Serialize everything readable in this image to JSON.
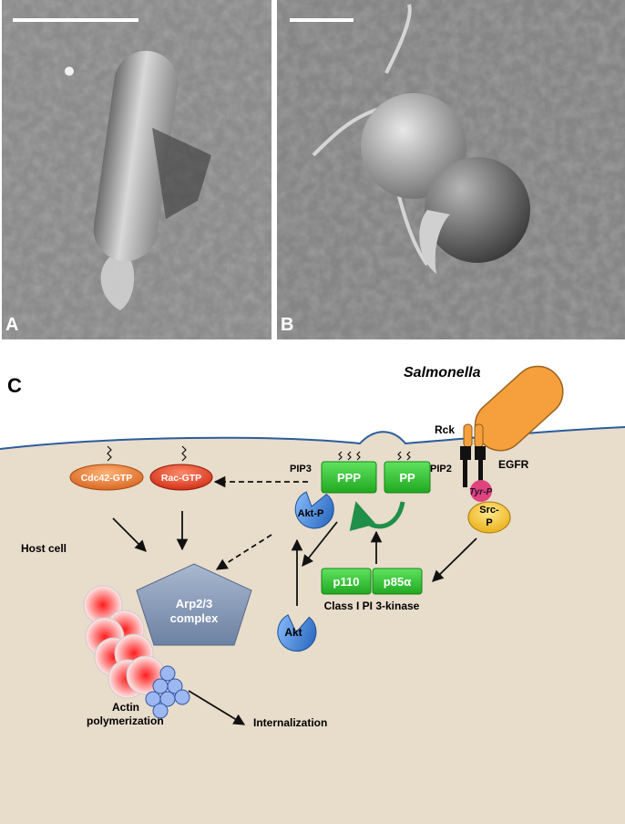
{
  "panels": {
    "a_label": "A",
    "b_label": "B",
    "c_label": "C"
  },
  "labels": {
    "salmonella": "Salmonella",
    "rck": "Rck",
    "egfr": "EGFR",
    "tyr_p": "Tyr-P",
    "src_p_line1": "Src-",
    "src_p_line2": "P",
    "cdc42": "Cdc42-GTP",
    "rac": "Rac-GTP",
    "pip3": "PIP3",
    "pip2": "PIP2",
    "ppp": "PPP",
    "pp": "PP",
    "akt_p": "Akt-P",
    "akt": "Akt",
    "p110": "p110",
    "p85": "p85α",
    "pi3k": "Class I PI 3-kinase",
    "host_cell": "Host cell",
    "arp_line1": "Arp2/3",
    "arp_line2": "complex",
    "actin_line1": "Actin",
    "actin_line2": "polymerization",
    "internalization": "Internalization"
  },
  "colors": {
    "cytoplasm": "#e8dccb",
    "membrane": "#2c5d9c",
    "salmonella": "#f5a03c",
    "green_box": "#32c832",
    "cdc42": "#e0702a",
    "rac": "#dd3b1c",
    "akt": "#2f72c9",
    "src": "#f3c323",
    "tyr": "#e0447f",
    "arp": "#7f95b3"
  },
  "icons": [
    "micrograph-a",
    "micrograph-b",
    "salmonella-bacterium",
    "receptor-icon",
    "akt-pacman-icon",
    "arp-pentagon-icon",
    "actin-bead-icon"
  ]
}
